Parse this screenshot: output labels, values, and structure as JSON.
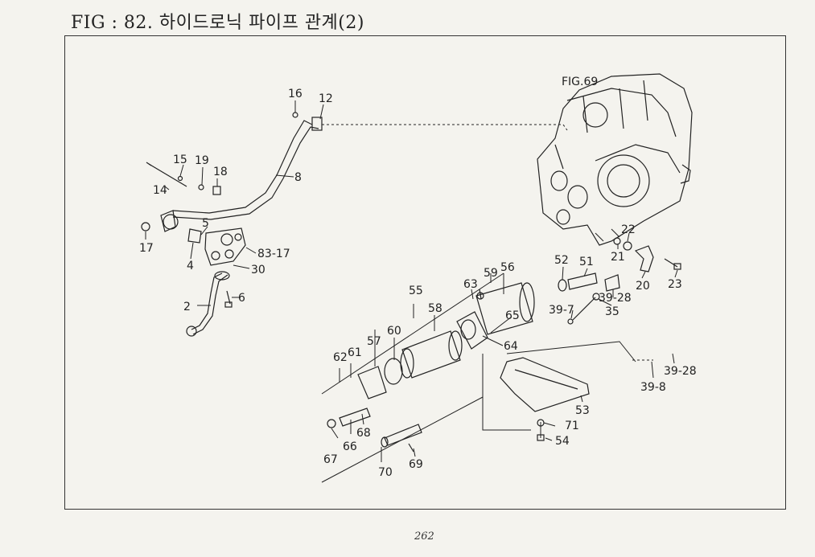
{
  "title": "FIG : 82. 하이드로닉 파이프 관계(2)",
  "fig_ref": "FIG.69",
  "page_number": "262",
  "callouts": {
    "c16": "16",
    "c12": "12",
    "c15": "15",
    "c19": "19",
    "c18": "18",
    "c14": "14",
    "c8": "8",
    "c17a": "17",
    "c5": "5",
    "c83": "83-17",
    "c4": "4",
    "c30": "30",
    "c2": "2",
    "c6": "6",
    "c22": "22",
    "c21": "21",
    "c20": "20",
    "c23": "23",
    "c52": "52",
    "c51": "51",
    "c3928a": "39-28",
    "c35": "35",
    "c397": "39-7",
    "c55": "55",
    "c63": "63",
    "c59": "59",
    "c56": "56",
    "c58": "58",
    "c65": "65",
    "c60": "60",
    "c57": "57",
    "c61": "61",
    "c62": "62",
    "c64": "64",
    "c3928b": "39-28",
    "c398": "39-8",
    "c53": "53",
    "c71": "71",
    "c54": "54",
    "c66": "66",
    "c67": "67",
    "c68": "68",
    "c70": "70",
    "c69": "69"
  }
}
